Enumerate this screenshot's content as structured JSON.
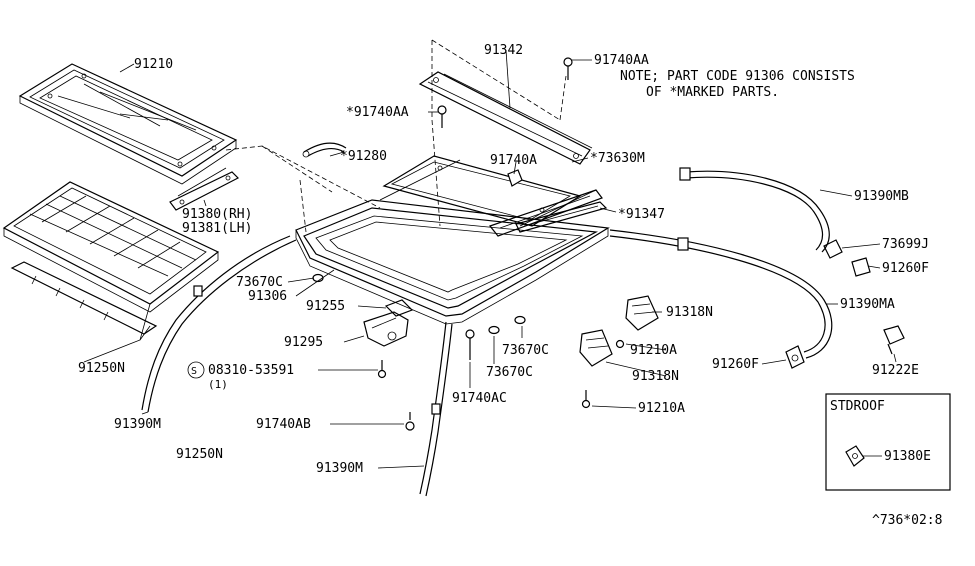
{
  "note": {
    "line1": "NOTE; PART CODE 91306 CONSISTS",
    "line2": "OF *MARKED PARTS."
  },
  "labels": {
    "p91210": "91210",
    "p91342": "91342",
    "p91740AA_top": "91740AA",
    "p91740AA_star": "*91740AA",
    "p91280": "*91280",
    "p91740A": "91740A",
    "p73630M": "*73630M",
    "p91347": "*91347",
    "p91390MB": "91390MB",
    "p73699J": "73699J",
    "p91260F_right": "91260F",
    "p91380": "91380(RH)",
    "p91381": "91381(LH)",
    "p73670C_left": "73670C",
    "p91306": "91306",
    "p91255": "91255",
    "p91390MA": "91390MA",
    "p91318N_a": "91318N",
    "p91295": "91295",
    "p73670C_mid": "73670C",
    "p91210A_a": "91210A",
    "p91250N_a": "91250N",
    "p08310": "08310-53591",
    "p08310_qty": "(1)",
    "p73670C_low": "73670C",
    "p91318N_b": "91318N",
    "p91260F_low": "91260F",
    "p91222E": "91222E",
    "p91390M_left": "91390M",
    "p91740AC": "91740AC",
    "p91210A_b": "91210A",
    "p91740AB": "91740AB",
    "p91250N_b": "91250N",
    "p91390M_low": "91390M",
    "std_title": "STDROOF",
    "p91380E": "91380E",
    "s_symbol": "S",
    "diagram_code": "^736*02:8"
  }
}
